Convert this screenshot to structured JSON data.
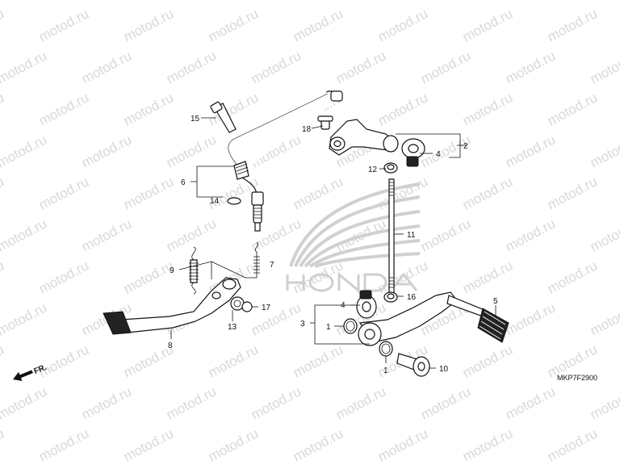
{
  "watermark": {
    "text": "motod.ru",
    "color": "#d8d8d8"
  },
  "logo": {
    "text": "HONDA",
    "color": "#d4d4d4"
  },
  "callouts": {
    "c1a": "1",
    "c1b": "1",
    "c2": "2",
    "c3": "3",
    "c4a": "4",
    "c4b": "4",
    "c5": "5",
    "c6": "6",
    "c7": "7",
    "c8": "8",
    "c9": "9",
    "c10": "10",
    "c11": "11",
    "c12": "12",
    "c13": "13",
    "c14": "14",
    "c15": "15",
    "c16": "16",
    "c17": "17",
    "c18": "18"
  },
  "front_arrow": {
    "label": "FR.",
    "icon": "front-arrow-icon"
  },
  "diagram_code": "MKP7F2900",
  "colors": {
    "line": "#111111",
    "background": "#ffffff"
  }
}
